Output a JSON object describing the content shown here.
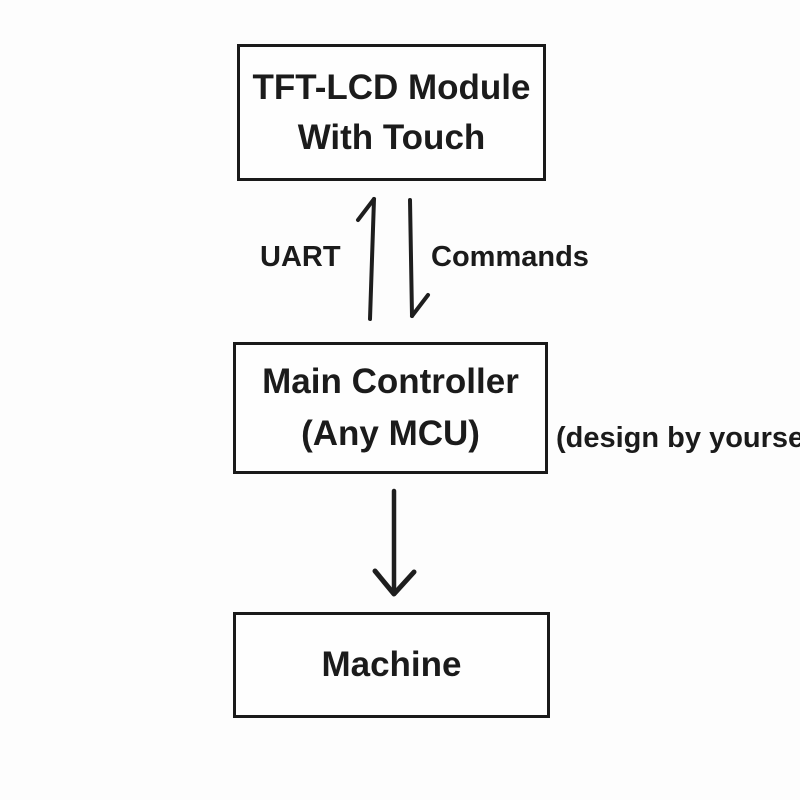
{
  "nodes": {
    "tft": {
      "line1": "TFT-LCD Module",
      "line2": "With Touch"
    },
    "mcu": {
      "line1": "Main Controller",
      "line2": "(Any MCU)"
    },
    "machine": {
      "label": "Machine"
    }
  },
  "labels": {
    "uart": "UART",
    "commands": "Commands",
    "note": "(design by yourself)"
  },
  "arrows": [
    {
      "name": "uart-up-arrow",
      "direction": "up",
      "from": "mcu",
      "to": "tft",
      "label": "UART"
    },
    {
      "name": "commands-down-arrow",
      "direction": "down",
      "from": "tft",
      "to": "mcu",
      "label": "Commands"
    },
    {
      "name": "mcu-to-machine-arrow",
      "direction": "down",
      "from": "mcu",
      "to": "machine",
      "label": ""
    }
  ],
  "colors": {
    "ink": "#1b1b1b",
    "background": "#fdfdfd",
    "box_fill": "#fefefe"
  }
}
